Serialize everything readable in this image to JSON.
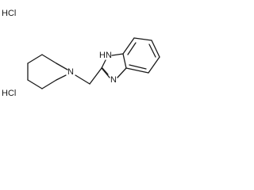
{
  "molecule": {
    "salts": [
      "HCl",
      "HCl"
    ],
    "atoms": {
      "nh": "H",
      "nh_n": "N",
      "imine_n": "N",
      "piperidine_n": "N"
    }
  },
  "colors": {
    "ink": "#1a1a1a",
    "background": "#ffffff"
  }
}
